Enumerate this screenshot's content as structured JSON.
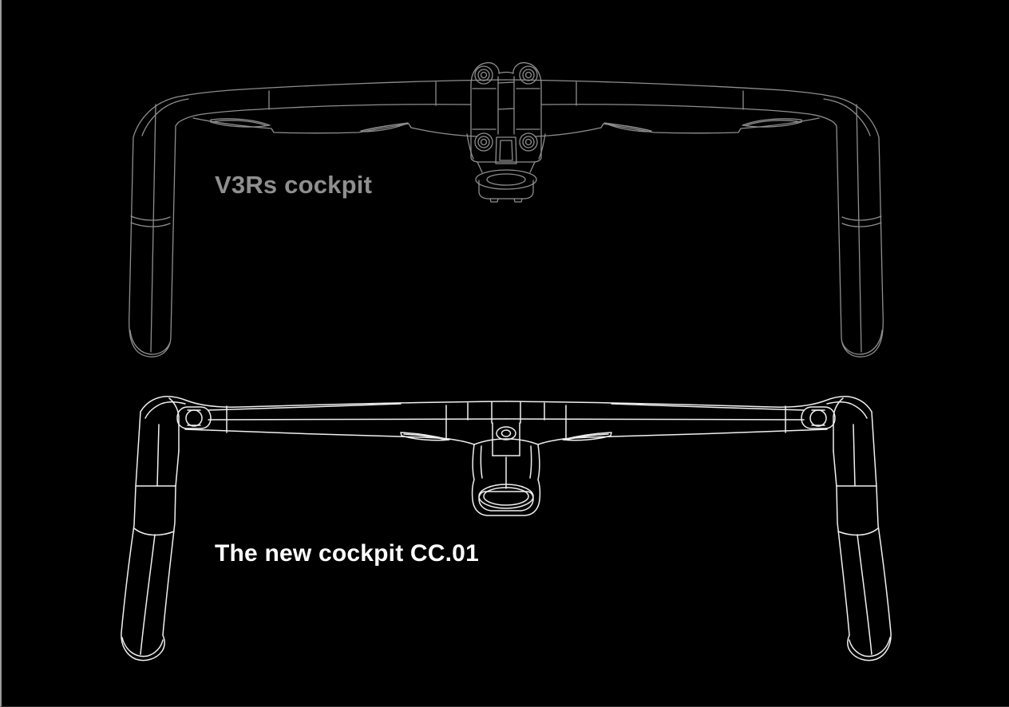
{
  "page": {
    "background_color": "#000000",
    "left_edge_color": "#9a9a9a"
  },
  "figures": {
    "top": {
      "label": "V3Rs cockpit",
      "label_color": "#8f8f8f",
      "line_color": "#8e8e8e",
      "alt": "Wireframe front-view drawing of the V3Rs handlebar and two-piece stem cockpit"
    },
    "bottom": {
      "label": "The new cockpit CC.01",
      "label_color": "#ffffff",
      "line_color": "#f0f0f0",
      "alt": "Wireframe front-view drawing of the new CC.01 integrated one-piece cockpit with flared drops"
    }
  }
}
